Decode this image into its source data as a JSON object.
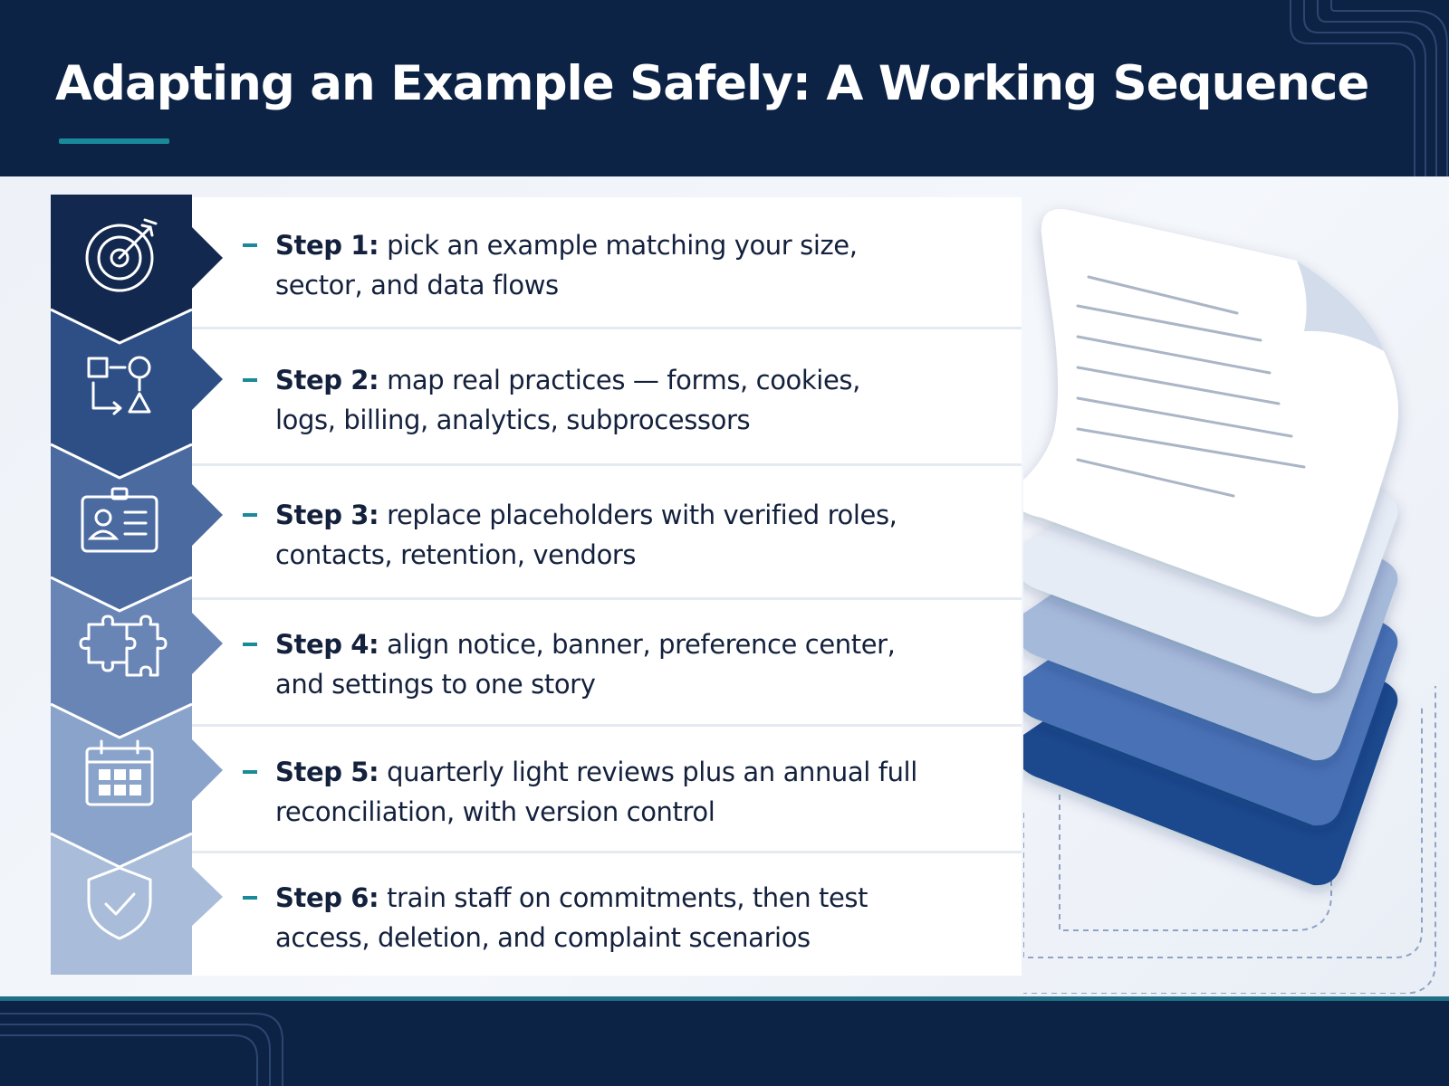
{
  "title": "Adapting an Example Safely: A Working Sequence",
  "colors": {
    "navy": "#0d2346",
    "accent_teal": "#1a8a9a",
    "text": "#14213d",
    "strip_shades": [
      "#12284f",
      "#2e4f86",
      "#4a6aa0",
      "#6885b6",
      "#8aa3ca",
      "#a9bcd9"
    ]
  },
  "steps": [
    {
      "icon": "target-icon",
      "label": "Step 1:",
      "line1": "pick an example matching your size,",
      "line2": "sector, and data flows"
    },
    {
      "icon": "flow-map-icon",
      "label": "Step 2:",
      "line1": "map real practices — forms, cookies,",
      "line2": "logs, billing, analytics, subprocessors"
    },
    {
      "icon": "id-card-icon",
      "label": "Step 3:",
      "line1": "replace placeholders with verified roles,",
      "line2": "contacts, retention, vendors"
    },
    {
      "icon": "puzzle-icon",
      "label": "Step 4:",
      "line1": "align notice, banner, preference center,",
      "line2": "and settings to one story"
    },
    {
      "icon": "calendar-icon",
      "label": "Step 5:",
      "line1": "quarterly light reviews plus an annual full",
      "line2": "reconciliation, with version control"
    },
    {
      "icon": "shield-check-icon",
      "label": "Step 6:",
      "line1": "train staff on commitments, then test",
      "line2": "access, deletion, and complaint scenarios"
    }
  ],
  "illustration": {
    "icon": "stacked-documents-icon",
    "layer_colors": [
      "#1f4a8e",
      "#4a72b6",
      "#a5b9da",
      "#e6ecf5",
      "#ffffff"
    ]
  }
}
